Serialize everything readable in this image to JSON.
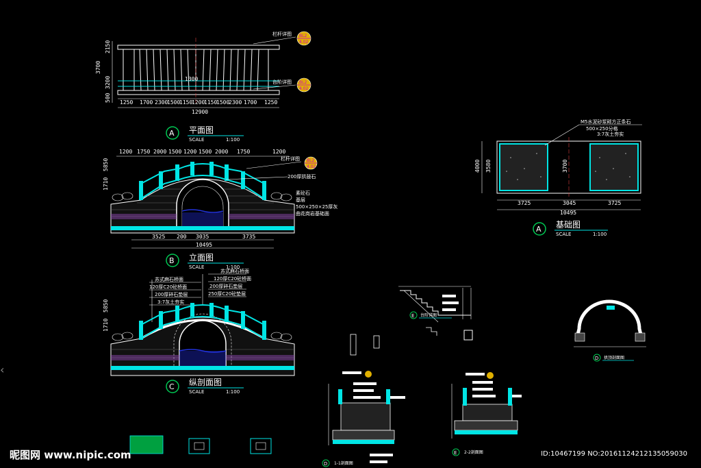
{
  "drawings": {
    "plan": {
      "badge": "A",
      "title": "平面图",
      "scale_label": "SCALE",
      "scale_value": "1:100",
      "callout_railing": "栏杆详图",
      "callout_step": "台阶详图",
      "detail_ref": "BL2",
      "detail_sheet": "4.02",
      "dims_bottom": [
        "1250",
        "1700",
        "2300",
        "1500",
        "1150",
        "1200",
        "1150",
        "1500",
        "2300",
        "1700",
        "1250"
      ],
      "dim_total": "12900",
      "dims_left": [
        "2150",
        "3700",
        "3200",
        "500"
      ],
      "center_dim": "1300"
    },
    "elevation": {
      "badge": "B",
      "title": "立面图",
      "scale_label": "SCALE",
      "scale_value": "1:100",
      "dims_top": [
        "1200",
        "1750",
        "2000",
        "1500",
        "1200",
        "1500",
        "2000",
        "1750",
        "1200"
      ],
      "dims_bottom": [
        "3525",
        "200",
        "3035",
        "3735"
      ],
      "dim_total": "10495",
      "dims_left": [
        "1710",
        "5850"
      ],
      "callout_railing": "栏杆详图",
      "callout_arch": "200厚拱鼓石",
      "callout_1": "素砼石",
      "callout_2": "基层",
      "callout_3": "500×250×25厚灰",
      "callout_4": "曲花岗岩基础面"
    },
    "section": {
      "badge": "C",
      "title": "纵剖面图",
      "scale_label": "SCALE",
      "scale_value": "1:100",
      "notes_left": [
        "苏式麻石桥面",
        "120厚C20砼桥面",
        "200厚碎石垫层",
        "3:7灰土夯实"
      ],
      "notes_right": [
        "苏式麻石桥面",
        "120厚C20砼桥面",
        "200厚碎石垫层",
        "250厚C20砼垫层"
      ],
      "dims_left": [
        "1710",
        "5850"
      ]
    },
    "foundation": {
      "badge": "A",
      "title": "基础图",
      "scale_label": "SCALE",
      "scale_value": "1:100",
      "note_1": "M5水泥砂浆砌方正条石",
      "note_2": "500×250分格",
      "note_3": "3:7灰土夯实",
      "dims_bottom": [
        "3725",
        "3045",
        "3725"
      ],
      "dim_total": "10495",
      "dims_left": [
        "4000",
        "3580",
        "3700"
      ]
    },
    "step_detail": {
      "badge": "E",
      "title": "台阶详图"
    },
    "arch_detail": {
      "badge": "D",
      "title": "拱顶剖面图"
    },
    "detail_d": {
      "badge": "D",
      "title": "1-1剖面图"
    },
    "detail_e": {
      "badge": "E",
      "title": "2-2剖面图"
    }
  },
  "watermark": {
    "site": "昵图网 www.nipic.com",
    "id": "ID:10467199 NO:20161124212135059030"
  },
  "colors": {
    "background": "#000000",
    "cyan": "#00e5e5",
    "green": "#00c853",
    "blue": "#2233dd",
    "magenta": "#cc33cc",
    "badge_fill": "#e0b000",
    "badge_text": "#cc00cc"
  }
}
